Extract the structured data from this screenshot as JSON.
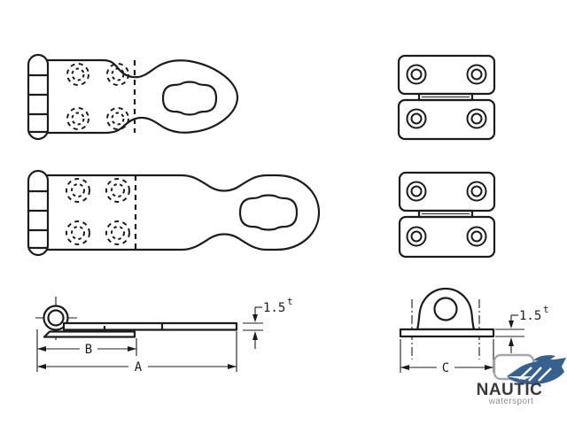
{
  "dimensions": {
    "thickness_value": "1.5",
    "thickness_unit": "t",
    "length_total": "A",
    "length_inner": "B",
    "staple_width": "C"
  },
  "logo": {
    "name": "NAUTIC",
    "tagline": "watersport",
    "boat_color": "#36618e",
    "name_color": "#3a3a3c",
    "tagline_color": "#8f9296",
    "frame_color": "#a3a7ab"
  },
  "drawing": {
    "line_color": "#1c1c1c",
    "background_color": "#ffffff"
  }
}
